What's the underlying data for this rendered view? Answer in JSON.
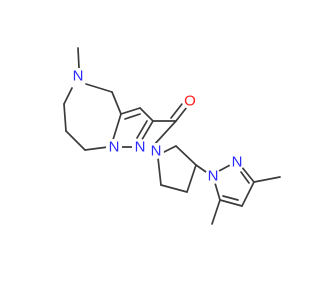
{
  "colors": {
    "bond": "#3b3b3b",
    "nitrogen": "#2b2bff",
    "oxygen": "#ff1a1a",
    "background": "#ffffff"
  },
  "atoms": {
    "n_methyl": "N",
    "n_bridgehead": "N",
    "n_pyrazole_a": "N",
    "o_carbonyl": "O",
    "n_pyrrolidine": "N",
    "n_pyrazole_b1": "N",
    "n_pyrazole_b2": "N"
  }
}
